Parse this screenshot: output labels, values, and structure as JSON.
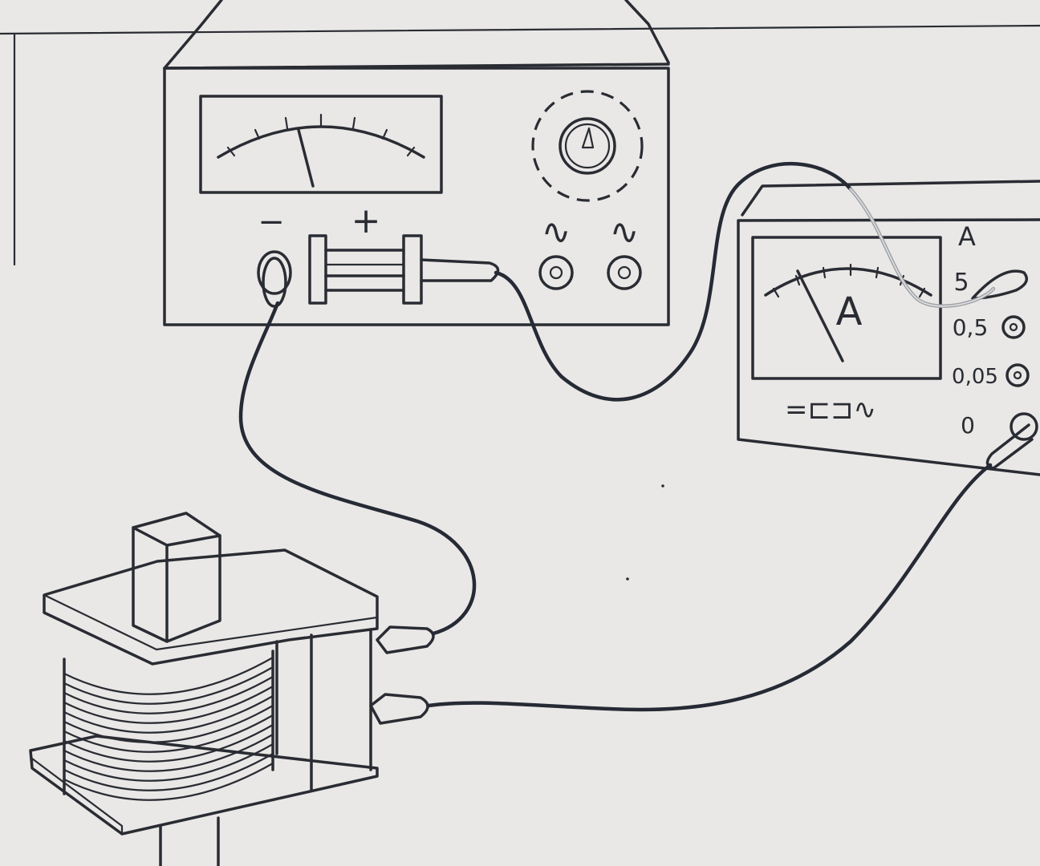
{
  "supply": {
    "minus_label": "−",
    "plus_label": "+",
    "ac_left_label": "∿",
    "ac_right_label": "∿"
  },
  "ammeter": {
    "dial_letter": "A",
    "unit_label": "A",
    "range_5": "5",
    "range_0_5": "0,5",
    "range_0_05": "0,05",
    "common_label": "0",
    "mode_symbols": "=⊏⊐∿"
  },
  "colors": {
    "ink": "#2a2c33",
    "paper": "#e9e8e6",
    "silver_wire": "#9ea1a6"
  }
}
